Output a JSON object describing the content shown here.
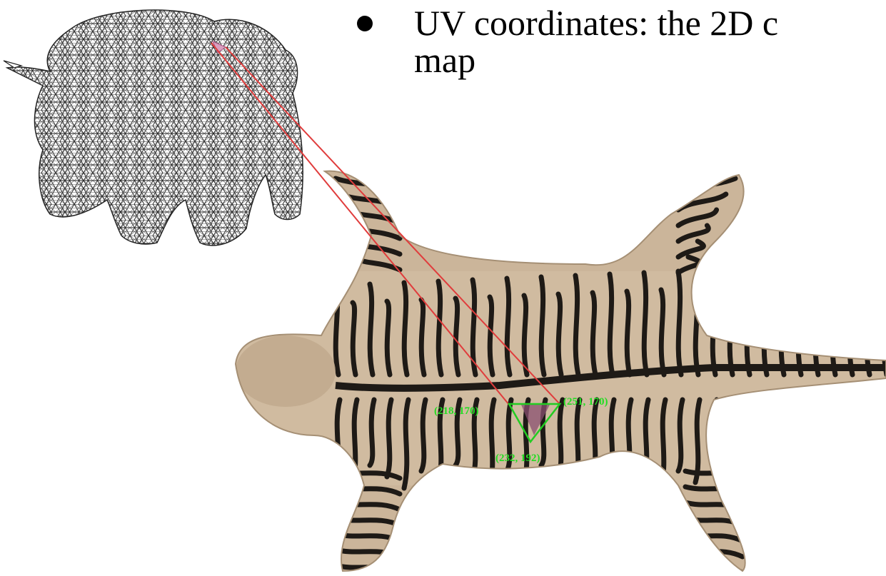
{
  "slide": {
    "bullet_line1": "UV  coordinates:  the 2D c",
    "bullet_line2": "map"
  },
  "figure": {
    "mesh_name": "triceratops-wireframe-mesh",
    "texture_name": "tiger-skin-texture",
    "uv_points": [
      {
        "label": "(218, 170)"
      },
      {
        "label": "(251, 170)"
      },
      {
        "label": "(232, 192)"
      }
    ],
    "colors": {
      "mesh_line": "#222222",
      "highlight_fill": "#d9a0c0",
      "connector_line": "#e03c3c",
      "uv_triangle": "#22cc22",
      "uv_label": "#22dd22",
      "tiger_base": "#cbb59a",
      "tiger_stripe": "#1e1a16"
    }
  }
}
